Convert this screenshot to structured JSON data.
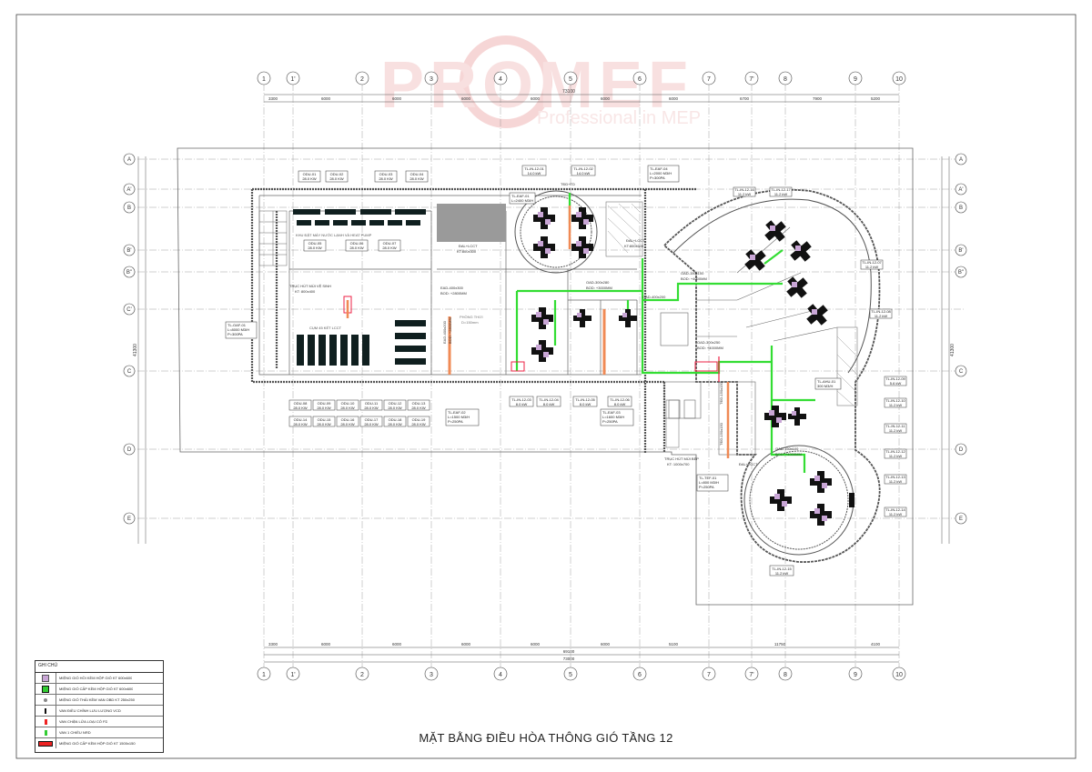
{
  "drawing": {
    "title": "MẶT BẰNG ĐIỀU HÒA THÔNG GIÓ TẦNG 12",
    "watermark": {
      "brand": "PROMEF",
      "tagline": "Professional in MEP"
    }
  },
  "grid": {
    "columns": [
      "1",
      "1'",
      "2",
      "3",
      "4",
      "5",
      "6",
      "7",
      "7'",
      "8",
      "9",
      "10"
    ],
    "rows_left": [
      "A",
      "A'",
      "B",
      "B'",
      "B\"",
      "C'",
      "C",
      "D",
      "E"
    ],
    "rows_right": [
      "A",
      "A'",
      "B",
      "B'",
      "B\"",
      "C",
      "D",
      "E"
    ]
  },
  "dimensions": {
    "top_total": "73100",
    "top_segments": [
      "3300",
      "6000",
      "6000",
      "6000",
      "6000",
      "6000",
      "6000",
      "6700",
      "7900",
      "5200"
    ],
    "bottom_segments": [
      "3300",
      "6000",
      "6000",
      "6000",
      "6000",
      "6000",
      "5100",
      "11750",
      "4100"
    ],
    "bottom_total": "69100",
    "bottom_total2": "73000",
    "left_total": "41300",
    "right_total": "41300"
  },
  "rooms": {
    "chiller": "KHU ĐẶT MÁY NƯỚC LẠNH VÀ HEAT PUMP",
    "pump_label": "CỤM 45 KẾT LCCT",
    "wc_exhaust": "TRỤC HÚT MÙI VỆ SINH",
    "wc_exhaust_size": "KT: 800x400",
    "smoke_room": "PHÒNG THƠI",
    "smoke_room_size": "D=150mm",
    "shaft_top": "ĐAL+LCCT",
    "shaft_top_size": "KT:800x300",
    "shaft_mid": "ĐAL+LCCT",
    "shaft_mid_size": "KT:800x300",
    "shaft_bottom": "ĐAL+LCCT",
    "exhaust_bottom": "TRỤC HÚT MÙI BẾP",
    "exhaust_bottom_size": "KT: 1000x700",
    "eaf_label": "EAD-400x300",
    "eaf_label2": "BOD: +2800MM",
    "oad_a": "OAD-300x280",
    "oad_a_sub": "BOD: +3000MM",
    "oad_b": "OAD-150x100",
    "oad_b_sub": "BOD: +4000MM",
    "oad_c": "OAD-400x200",
    "oad_d": "OAD-150x100",
    "oad_d_sub": "BOD: +4000MM",
    "oad_e": "OAD-300x250",
    "oad_e_sub": "BOD: +4000MM",
    "ead_v": "EAD-400x200",
    "ead_v_sub": "BOD: +2800MM",
    "sfa_label": "TĐD-150x150",
    "sfa_label2": "TĐD-150x150",
    "ted_label": "TĐD+TD",
    "fan_top": "TL-EAF-01",
    "fan_top_val": "L=2400 M3/H",
    "fan_left": "TL-OAF-01",
    "fan_left_val": "L=8000 M3/H",
    "fan_left_p": "P=300PA",
    "fan_mid": "TL-EAF-02",
    "fan_mid_val": "L=1500 M3/H",
    "fan_mid_p": "P=250PA",
    "fan_mid2": "TL-EAF-03",
    "fan_mid2_val": "L=1600 M3/H",
    "fan_mid2_p": "P=250PA",
    "fan_bot": "TL-TEF-01",
    "fan_bot_val": "L=800 M3/H",
    "fan_bot_p": "P=250PA",
    "fan_tr": "TL-EAF-04",
    "fan_tr_val": "L=2000 M3/H",
    "fan_tr_p": "P=300PA",
    "fan_ahu": "TL-AHU-01",
    "fan_ahu_val": "300 M3/H"
  },
  "odu_labels": {
    "top_row": [
      "ODU-01",
      "ODU-02",
      "ODU-03",
      "ODU-04"
    ],
    "top_row_val": [
      "28.0 KW",
      "28.0 KW",
      "28.0 KW",
      "28.0 KW"
    ],
    "mid_row": [
      "ODU-05",
      "ODU-06",
      "ODU-07"
    ],
    "mid_row_val": [
      "28.0 KW",
      "28.0 KW",
      "28.0 KW"
    ],
    "bottom_row1": [
      "ODU-08",
      "ODU-09",
      "ODU-10",
      "ODU-11",
      "ODU-12",
      "ODU-13"
    ],
    "bottom_row1_val": [
      "28.0 KW",
      "28.0 KW",
      "28.0 KW",
      "28.0 KW",
      "28.0 KW",
      "28.0 KW"
    ],
    "bottom_row2": [
      "ODU-14",
      "ODU-15",
      "ODU-16",
      "ODU-17",
      "ODU-18",
      "ODU-19"
    ],
    "bottom_row2_val": [
      "28.0 KW",
      "28.0 KW",
      "28.0 KW",
      "28.0 KW",
      "28.0 KW",
      "28.0 KW"
    ]
  },
  "unit_tags": {
    "top": [
      "TL-IN-12-01",
      "TL-IN-12-02"
    ],
    "top_val": [
      "14.0 kW",
      "14.0 kW"
    ],
    "mid": [
      "TL-IN-12-03",
      "TL-IN-12-04",
      "TL-IN-12-05",
      "TL-IN-12-06"
    ],
    "mid_val": [
      "8.0 kW",
      "8.0 kW",
      "8.0 kW",
      "8.0 kW"
    ],
    "right": [
      "TL-IN-12-07",
      "TL-IN-12-08",
      "TL-IN-12-09",
      "TL-IN-12-10",
      "TL-IN-12-11",
      "TL-IN-12-12",
      "TL-IN-12-13",
      "TL-IN-12-14"
    ],
    "right_val": [
      "11.2 kW",
      "11.2 kW",
      "5.6 kW",
      "11.2 kW",
      "11.2 kW",
      "11.2 kW",
      "11.2 kW",
      "11.2 kW"
    ],
    "bot": "TL-IN-12-15",
    "bot_val": "11.2 kW",
    "top_right": [
      "TL-IN-12-16",
      "TL-IN-12-17"
    ],
    "top_right_val": [
      "11.2 kW",
      "11.2 kW"
    ]
  },
  "legend": {
    "header": "GHI CHÚ",
    "items": [
      "MIỆNG GIÓ HỒI KÈM HỘP GIÓ KT 600x600",
      "MIỆNG GIÓ CẤP KÈM HỘP GIÓ KT 600x600",
      "MIỆNG GIÓ THẢI KÈM VAN OBD KT 250x250",
      "VAN ĐIỀU CHỈNH LƯU LƯỢNG VCD",
      "VAN CHẶN LỬA LOẠI CÓ FD",
      "VAN 1 CHIỀU NRD",
      "MIỆNG GIÓ CẤP KÈM HỘP GIÓ KT 1500x150"
    ]
  },
  "colors": {
    "line": "#555555",
    "green_duct": "#33dd33",
    "red_duct": "#ee4444",
    "orange_duct": "#f08a55",
    "black_unit": "#111111",
    "purple_unit": "#c9a6d6",
    "watermark": "#f3c7c7"
  }
}
